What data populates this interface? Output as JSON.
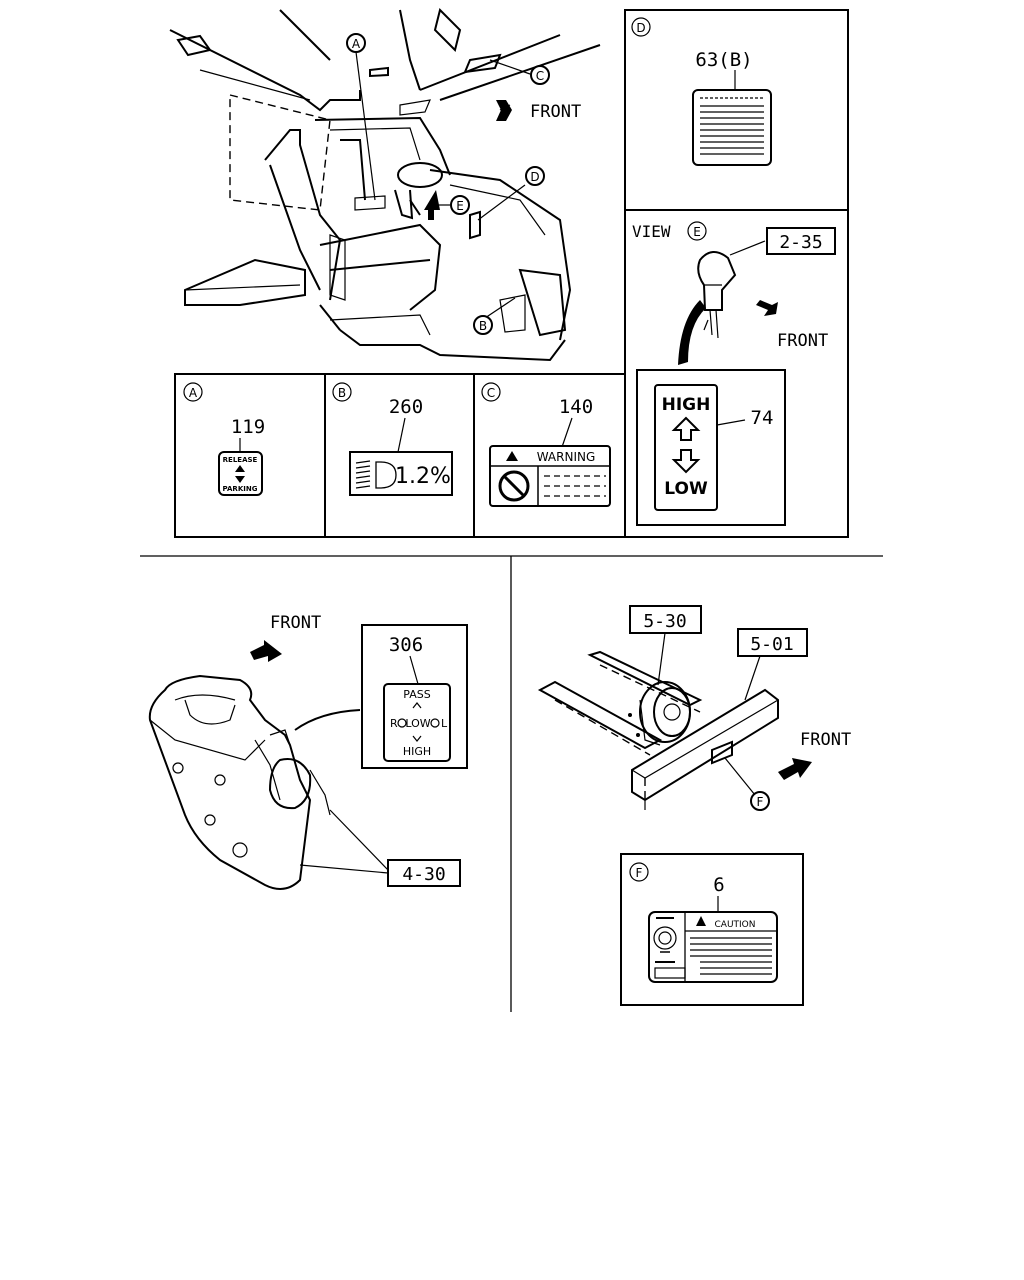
{
  "front_label": "FRONT",
  "callouts": {
    "a": "A",
    "b": "B",
    "c": "C",
    "d": "D",
    "e": "E",
    "f": "F"
  },
  "view_label": "VIEW",
  "panels": {
    "a": {
      "letter": "A",
      "part": "119",
      "label_top": "RELEASE",
      "label_bottom": "PARKING"
    },
    "b": {
      "letter": "B",
      "part": "260",
      "value": "1.2%"
    },
    "c": {
      "letter": "C",
      "part": "140",
      "label": "WARNING"
    },
    "d": {
      "letter": "D",
      "part": "63(B)"
    },
    "e": {
      "ref": "2-35",
      "part": "74",
      "high": "HIGH",
      "low": "LOW"
    },
    "f": {
      "letter": "F",
      "part": "6",
      "label": "CAUTION"
    }
  },
  "stalk": {
    "part": "306",
    "pass": "PASS",
    "low": "LOW",
    "high": "HIGH",
    "r": "R",
    "l": "L",
    "ref": "4-30"
  },
  "frame": {
    "ref_a": "5-30",
    "ref_b": "5-01"
  }
}
